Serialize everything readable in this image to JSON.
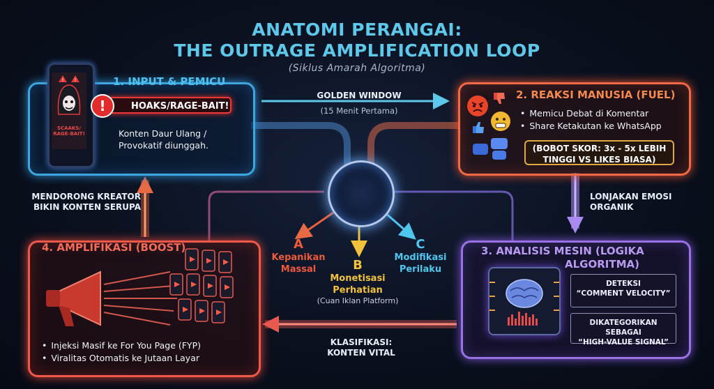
{
  "title": {
    "line1": "ANATOMI PERANGAI:",
    "line2": "THE OUTRAGE AMPLIFICATION LOOP",
    "subtitle": "(Siklus Amarah Algoritma)"
  },
  "input": {
    "heading": "1. INPUT & PEMICU",
    "alert": "HOAKS/RAGE-BAIT!",
    "alert_icon": "!",
    "phone_text": "SCAAKS/ RAGE-BAIT!",
    "desc_line1": "Konten Daur Ulang /",
    "desc_line2": "Provokatif diunggah."
  },
  "golden": {
    "label": "GOLDEN WINDOW",
    "sub": "(15 Menit Pertama)"
  },
  "reaksi": {
    "heading": "2. REAKSI MANUSIA (FUEL)",
    "items": [
      "Memicu Debat di Komentar",
      "Share Ketakutan ke WhatsApp"
    ],
    "bobot_line1": "(BOBOT SKOR: 3x - 5x LEBIH",
    "bobot_line2": "TINGGI VS LIKES BIASA)"
  },
  "lonjakan": {
    "line1": "LONJAKAN EMOSI",
    "line2": "ORGANIK"
  },
  "mesin": {
    "heading_line1": "3. ANALISIS MESIN (LOGIKA",
    "heading_line2": "ALGORITMA)",
    "deteksi_line1": "DETEKSI",
    "deteksi_line2": "“COMMENT VELOCITY”",
    "dikat_line1": "DIKATEGORIKAN SEBAGAI",
    "dikat_line2": "“HIGH-VALUE SIGNAL”"
  },
  "klasifikasi": {
    "line1": "KLASIFIKASI:",
    "line2": "KONTEN VITAL"
  },
  "ampl": {
    "heading": "4. AMPLIFIKASI (BOOST)",
    "items": [
      "Injeksi Masif ke For You Page (FYP)",
      "Viralitas Otomatis ke Jutaan Layar"
    ]
  },
  "mendorong": {
    "line1": "MENDORONG KREATOR",
    "line2": "BIKIN KONTEN SERUPA"
  },
  "outputs": {
    "a_letter": "A",
    "a_line1": "Kepanikan",
    "a_line2": "Massal",
    "b_letter": "B",
    "b_line1": "Monetisasi",
    "b_line2": "Perhatian",
    "b_sub": "(Cuan Iklan Platform)",
    "c_letter": "C",
    "c_line1": "Modifikasi",
    "c_line2": "Perilaku"
  },
  "colors": {
    "blue": "#3ea6df",
    "orange": "#f06a48",
    "red": "#f0584a",
    "purple": "#9a72e6",
    "yellow": "#f2c23a"
  },
  "icons": [
    "warning-icon",
    "hacker-icon",
    "angry-emoji-icon",
    "thumbs-down-icon",
    "thumbs-up-icon",
    "grimace-emoji-icon",
    "chat-bubbles-icon",
    "brain-chip-icon",
    "megaphone-icon",
    "phone-stack-icon"
  ]
}
